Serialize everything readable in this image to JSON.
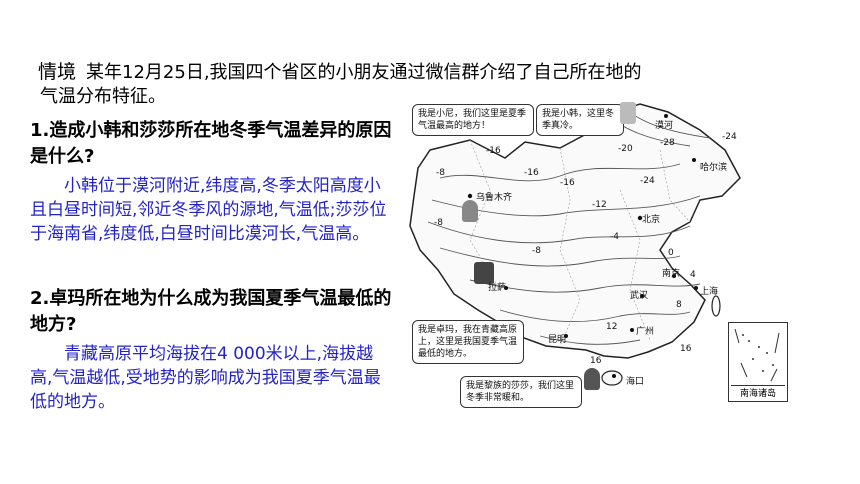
{
  "intro": {
    "tag": "情境",
    "line1": "某年12月25日,我国四个省区的小朋友通过微信群介绍了自己所在地的",
    "line2": "气温分布特征。"
  },
  "q1": {
    "question": "1.造成小韩和莎莎所在地冬季气温差异的原因是什么?",
    "answer": "小韩位于漠河附近,纬度高,冬季太阳高度小且白昼时间短,邻近冬季风的源地,气温低;莎莎位于海南省,纬度低,白昼时间比漠河长,气温高。"
  },
  "q2": {
    "question": "2.卓玛所在地为什么成为我国夏季气温最低的地方?",
    "answer": "青藏高原平均海拔在4 000米以上,海拔越高,气温越低,受地势的影响成为我国夏季气温最低的地方。"
  },
  "map": {
    "bubbles": {
      "xiaoni": "我是小尼，我们这里是夏季气温最高的地方！",
      "xiaohan": "我是小韩，这里冬季真冷。",
      "zhuoma": "我是卓玛，我在青藏高原上，这里是我国夏季气温最低的地方。",
      "shasha": "我是黎族的莎莎，我们这里冬季非常暖和。"
    },
    "cities": {
      "mohe": "漠河",
      "harbin": "哈尔滨",
      "urumqi": "乌鲁木齐",
      "beijing": "北京",
      "lhasa": "拉萨",
      "nanjing": "南京",
      "shanghai": "上海",
      "wuhan": "武汉",
      "kunming": "昆明",
      "guangzhou": "广州",
      "haikou": "海口"
    },
    "isotherms": {
      "t1": "-28",
      "t2": "-24",
      "t3": "-24",
      "t4": "-20",
      "t5": "-16",
      "t6": "-16",
      "t7": "-16",
      "t8": "-12",
      "t9": "-8",
      "t10": "-8",
      "t11": "-8",
      "t12": "-4",
      "t13": "0",
      "t14": "4",
      "t15": "8",
      "t16": "12",
      "t17": "16",
      "t18": "16"
    },
    "inset_label": "南海诸岛"
  }
}
